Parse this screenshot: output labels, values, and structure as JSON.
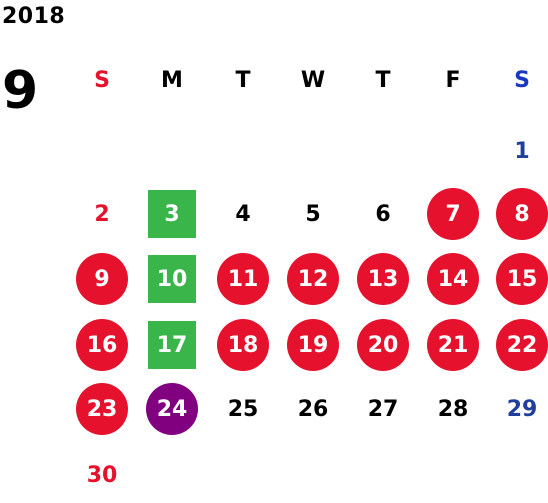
{
  "year": "2018",
  "month": "9",
  "weekdays": [
    {
      "label": "S",
      "color": "#e5112d"
    },
    {
      "label": "M",
      "color": "#000000"
    },
    {
      "label": "T",
      "color": "#000000"
    },
    {
      "label": "W",
      "color": "#000000"
    },
    {
      "label": "T",
      "color": "#000000"
    },
    {
      "label": "F",
      "color": "#000000"
    },
    {
      "label": "S",
      "color": "#1a37c4"
    }
  ],
  "colors": {
    "holiday_red": "#e5112d",
    "saturday_blue": "#1f3f9c",
    "green": "#3ab54a",
    "purple": "#800080",
    "text": "#000000",
    "white": "#ffffff"
  },
  "days": [
    {
      "day": "1",
      "style": "sat"
    },
    {
      "day": "2",
      "style": "sun"
    },
    {
      "day": "3",
      "style": "green"
    },
    {
      "day": "4",
      "style": "plain"
    },
    {
      "day": "5",
      "style": "plain"
    },
    {
      "day": "6",
      "style": "plain"
    },
    {
      "day": "7",
      "style": "red"
    },
    {
      "day": "8",
      "style": "red"
    },
    {
      "day": "9",
      "style": "red"
    },
    {
      "day": "10",
      "style": "green"
    },
    {
      "day": "11",
      "style": "red"
    },
    {
      "day": "12",
      "style": "red"
    },
    {
      "day": "13",
      "style": "red"
    },
    {
      "day": "14",
      "style": "red"
    },
    {
      "day": "15",
      "style": "red"
    },
    {
      "day": "16",
      "style": "red"
    },
    {
      "day": "17",
      "style": "green"
    },
    {
      "day": "18",
      "style": "red"
    },
    {
      "day": "19",
      "style": "red"
    },
    {
      "day": "20",
      "style": "red"
    },
    {
      "day": "21",
      "style": "red"
    },
    {
      "day": "22",
      "style": "red"
    },
    {
      "day": "23",
      "style": "red"
    },
    {
      "day": "24",
      "style": "purple"
    },
    {
      "day": "25",
      "style": "plain"
    },
    {
      "day": "26",
      "style": "plain"
    },
    {
      "day": "27",
      "style": "plain"
    },
    {
      "day": "28",
      "style": "plain"
    },
    {
      "day": "29",
      "style": "sat"
    },
    {
      "day": "30",
      "style": "sun"
    }
  ]
}
